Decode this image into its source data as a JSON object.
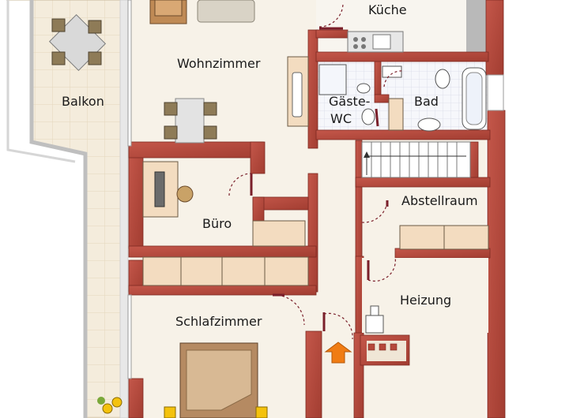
{
  "rooms": {
    "kueche": "Küche",
    "wohnzimmer": "Wohnzimmer",
    "balkon": "Balkon",
    "gaeste_wc_line1": "Gäste-",
    "gaeste_wc_line2": "WC",
    "bad": "Bad",
    "abstellraum": "Abstellraum",
    "buero": "Büro",
    "heizung": "Heizung",
    "schlafzimmer": "Schlafzimmer"
  },
  "colors": {
    "wall": "#b5473a",
    "wall_edge": "#7e2a22",
    "floor": "#f6f1e6",
    "balcony_tile": "#f3ead9",
    "wet_tile": "#f4f6fb",
    "cabinet": "#f3dcc0",
    "bed": "#b58a62",
    "door_swing": "#7a1f2a",
    "entrance_arrow": "#f07c13",
    "flowers": "#f4c20d"
  },
  "icons": {
    "entrance": "entrance-arrow-icon",
    "plants": "sunflower-icon"
  }
}
